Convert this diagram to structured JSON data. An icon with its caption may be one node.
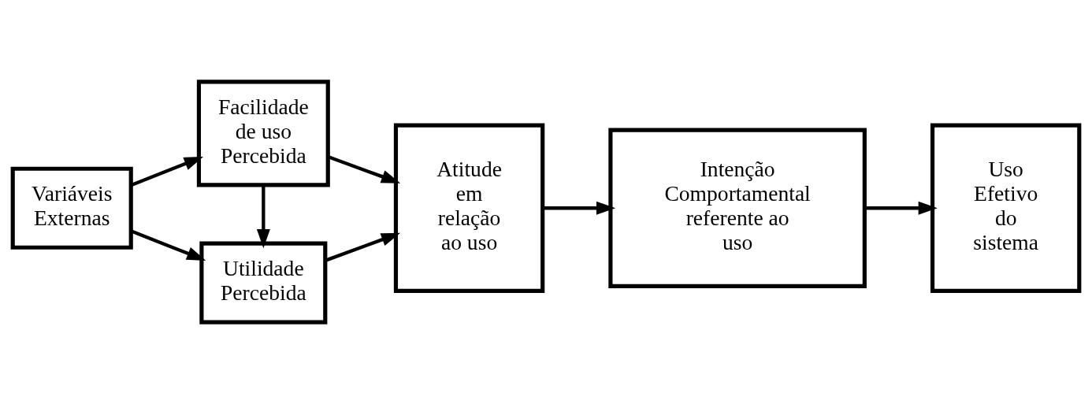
{
  "diagram": {
    "nodes": [
      {
        "text": [
          "Variáveis Externas"
        ]
      },
      {
        "text": [
          "Utilidade Percebida"
        ]
      },
      {
        "text": [
          "Facilidade de uso Percebida"
        ]
      },
      {
        "text": [
          "Atitude em relação ao uso"
        ]
      },
      {
        "text": [
          "Intenção Comportamental referente ao uso"
        ]
      },
      {
        "text": [
          "Uso Efetivo do sistema"
        ]
      }
    ],
    "edges": [
      {
        "from": 0,
        "to": 1,
        "arrow": "to"
      },
      {
        "from": 0,
        "to": 2,
        "arrow": "to"
      },
      {
        "from": 2,
        "to": 1,
        "arrow": "to"
      },
      {
        "from": 1,
        "to": 3,
        "arrow": "to"
      },
      {
        "from": 2,
        "to": 3,
        "arrow": "to"
      },
      {
        "from": 3,
        "to": 4,
        "arrow": "to"
      },
      {
        "from": 4,
        "to": 5,
        "arrow": "to"
      }
    ]
  }
}
